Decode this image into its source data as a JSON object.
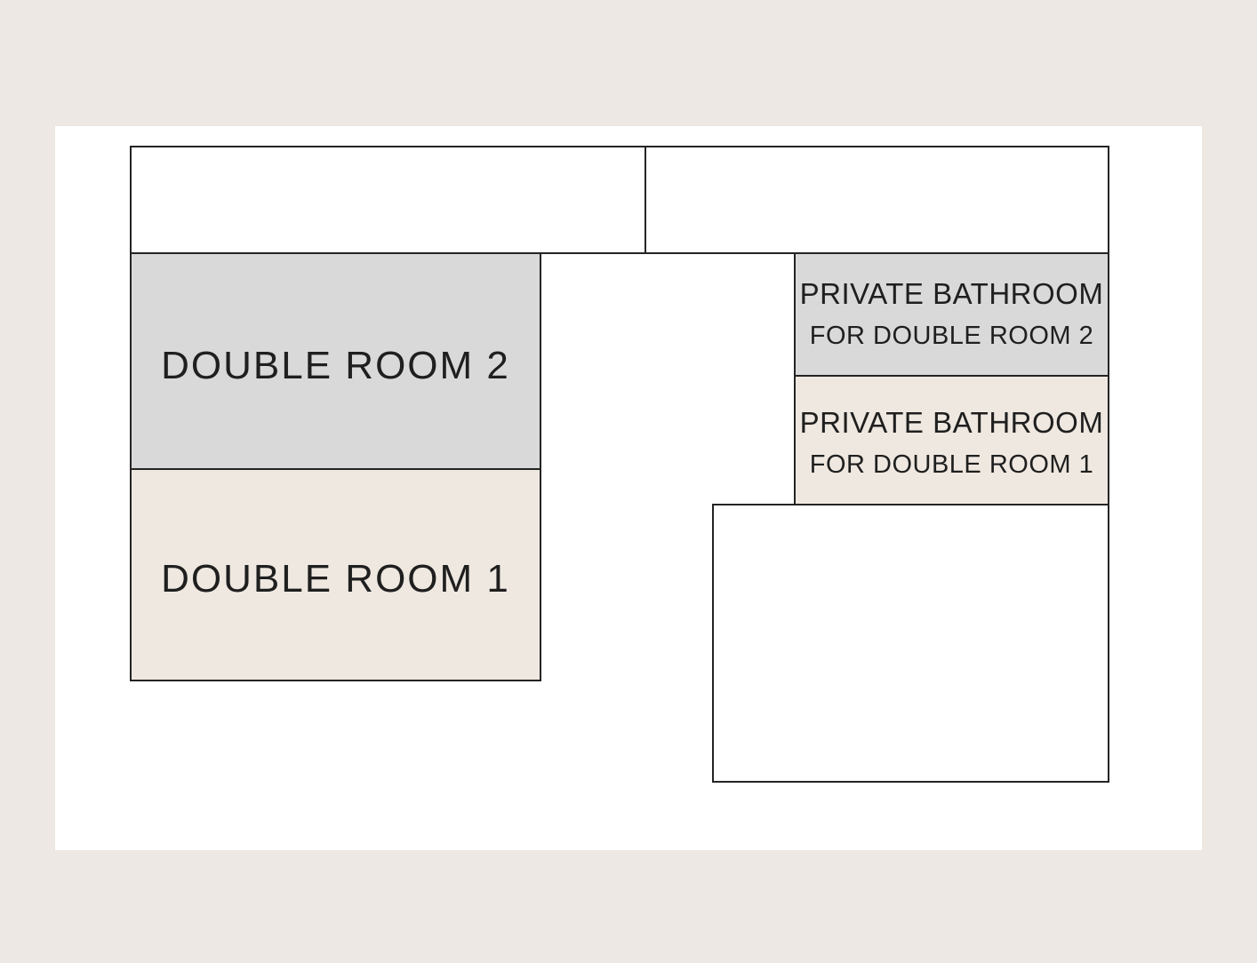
{
  "palette": {
    "canvas_background": "#ede8e3",
    "page_background": "#ffffff",
    "gray_room_fill": "#d9d9d9",
    "beige_room_fill": "#efe8e0",
    "wall_line_color": "#242424",
    "label_text_color": "#1f1f1f"
  },
  "floorplan": {
    "rooms": {
      "double_room_2": {
        "label": "DOUBLE ROOM 2"
      },
      "double_room_1": {
        "label": "DOUBLE ROOM 1"
      },
      "bathroom_2": {
        "line1": "PRIVATE BATHROOM",
        "line2": "FOR DOUBLE ROOM 2"
      },
      "bathroom_1": {
        "line1": "PRIVATE BATHROOM",
        "line2": "FOR DOUBLE ROOM 1"
      }
    }
  }
}
